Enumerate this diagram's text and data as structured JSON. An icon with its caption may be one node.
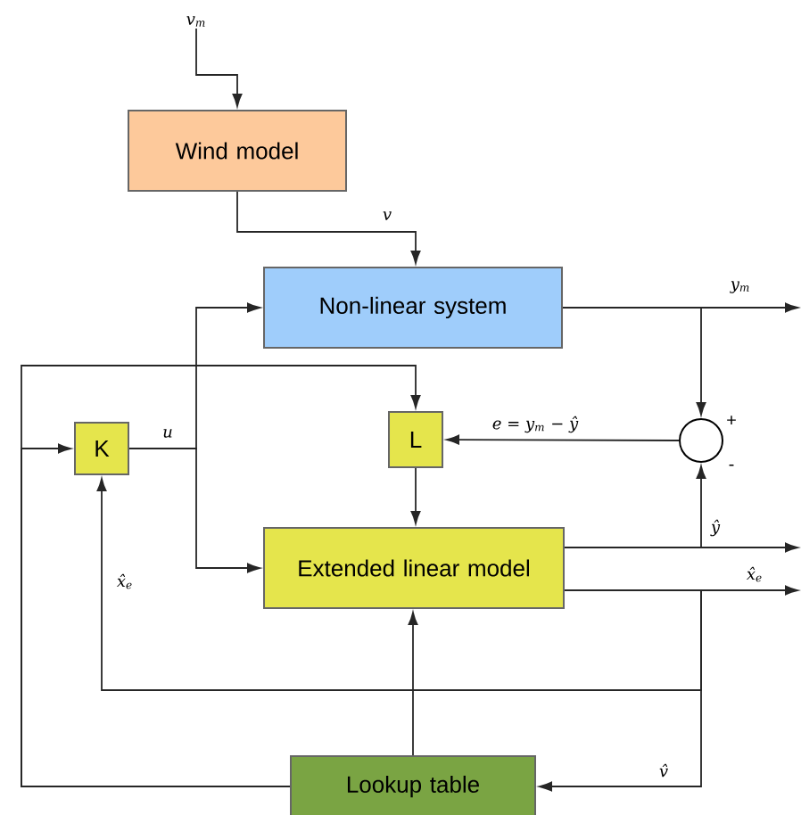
{
  "diagram": {
    "nodes": [
      {
        "text": [
          "Wind model"
        ]
      },
      {
        "text": [
          "Non-linear system"
        ]
      },
      {
        "text": [
          "K"
        ]
      },
      {
        "text": [
          "L"
        ]
      },
      {
        "text": [
          "Extended linear model"
        ]
      },
      {
        "text": [
          "Lookup table"
        ]
      },
      {
        "text": [],
        "shape": "circle",
        "beside": [
          "+",
          "-"
        ]
      },
      {
        "text": [
          "v$_{m}$"
        ]
      }
    ],
    "edges": [
      {
        "from": 7,
        "to": 0,
        "arrow": "to"
      },
      {
        "from": 0,
        "to": 1,
        "arrow": "to",
        "label": "v"
      },
      {
        "from": 2,
        "to": 1,
        "arrow": "to",
        "label": "u"
      },
      {
        "from": 2,
        "to": 4,
        "arrow": "to"
      },
      {
        "from": 1,
        "to": null,
        "arrow": "to",
        "label": "y$_{m}$"
      },
      {
        "from": 1,
        "to": 6,
        "arrow": "to"
      },
      {
        "from": 4,
        "to": 6,
        "arrow": "to"
      },
      {
        "from": 4,
        "to": null,
        "arrow": "to",
        "label": "ŷ"
      },
      {
        "from": 4,
        "to": null,
        "arrow": "to",
        "label": "x̂$_{e}$"
      },
      {
        "from": 6,
        "to": 3,
        "arrow": "to",
        "label": "e = y$_{m}$ − ŷ"
      },
      {
        "from": 3,
        "to": 4,
        "arrow": "to"
      },
      {
        "from": 4,
        "to": 2,
        "arrow": "to",
        "label": "x̂$_{e}$"
      },
      {
        "from": 4,
        "to": 5,
        "arrow": "to",
        "label": "v̂"
      },
      {
        "from": 5,
        "to": 4,
        "arrow": "to"
      },
      {
        "from": 5,
        "to": 2,
        "arrow": "to"
      },
      {
        "from": 5,
        "to": 3,
        "arrow": "to"
      }
    ]
  }
}
